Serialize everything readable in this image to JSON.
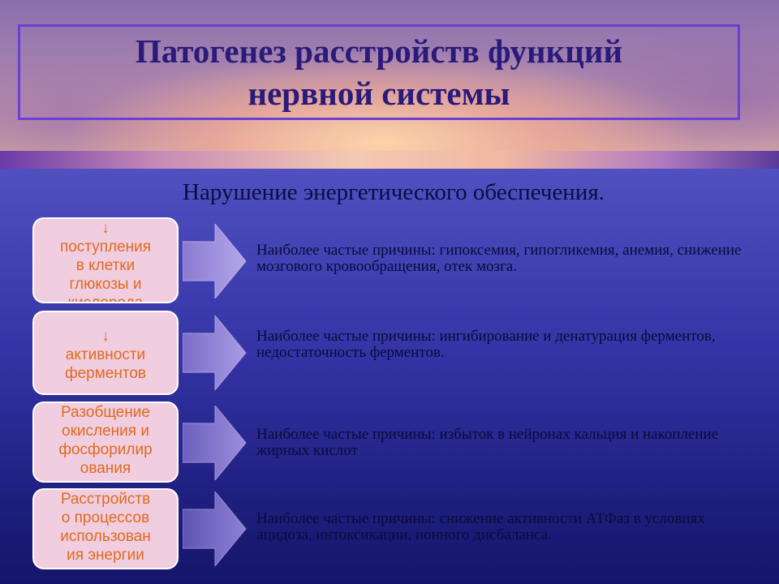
{
  "title": "Патогенез расстройств функций\nнервной системы",
  "subtitle": "Нарушение энергетического обеспечения.",
  "rows": [
    {
      "cause": "↓\nпоступления\nв клетки\nглюкозы и\nкислорода",
      "desc": "Наиболее частые причины: гипоксемия, гипогликемия, анемия, снижение мозгового кровообращения, отек мозга."
    },
    {
      "cause": "↓\nактивности\nферментов",
      "desc": "Наиболее частые причины: ингибирование и денатурация ферментов, недостаточность ферментов."
    },
    {
      "cause": "Разобщение\nокисления и\nфосфорилир\nования",
      "desc": "Наиболее частые причины: избыток в нейронах кальция и накопление жирных кислот"
    },
    {
      "cause": "Расстройств\nо процессов\nиспользован\nия энергии",
      "desc": "Наиболее частые причины: снижение активности АТФаз в условиях ацидоза, интоксикации, ионного дисбаланса."
    }
  ]
}
